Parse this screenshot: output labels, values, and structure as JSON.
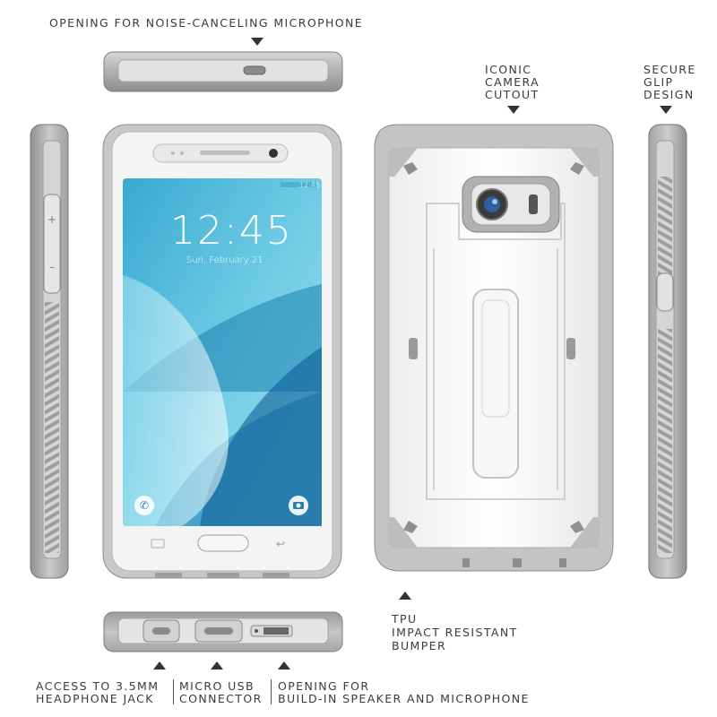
{
  "labels": {
    "top_microphone": "OPENING FOR NOISE-CANCELING MICROPHONE",
    "camera_cutout": [
      "ICONIC",
      "CAMERA",
      "CUTOUT"
    ],
    "secure_glip": [
      "SECURE",
      "GLIP",
      "DESIGN"
    ],
    "tpu_bumper": [
      "TPU",
      "IMPACT RESISTANT",
      "BUMPER"
    ],
    "headphone": [
      "ACCESS TO 3.5MM",
      "HEADPHONE JACK"
    ],
    "micro_usb": [
      "MICRO USB",
      "CONNECTOR"
    ],
    "speaker": [
      "OPENING FOR",
      "BUILD-IN SPEAKER AND MICROPHONE"
    ]
  },
  "phone_screen": {
    "time": "12:45",
    "date": "Sun, February 21",
    "status_time": "12:45"
  },
  "colors": {
    "case_gray": "#b9b9b9",
    "case_white": "#f4f4f4",
    "screen_blue": "#4fb7d6",
    "text": "#3a3a3a"
  },
  "icons": [
    "phone-icon",
    "camera-icon",
    "recent-apps-icon",
    "home-button",
    "back-icon"
  ]
}
